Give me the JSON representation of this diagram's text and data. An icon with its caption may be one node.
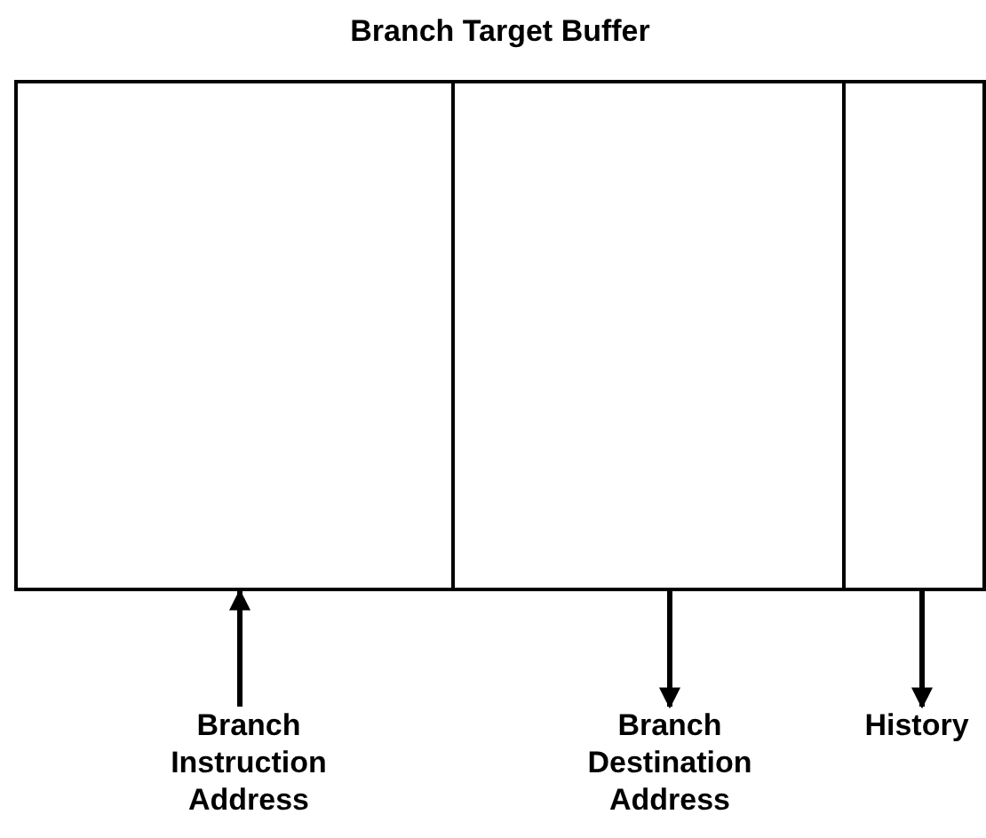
{
  "diagram": {
    "nodes": [
      {
        "text": [
          "Branch Target Buffer"
        ]
      },
      {
        "text": [],
        "shape": "box",
        "in": 0
      },
      {
        "text": [],
        "shape": "box",
        "in": 0
      },
      {
        "text": [],
        "shape": "box",
        "in": 0
      },
      {
        "text": [
          "Branch Instruction Address"
        ]
      },
      {
        "text": [
          "Branch Destination Address"
        ]
      },
      {
        "text": [
          "History"
        ]
      }
    ],
    "edges": [
      {
        "from": 4,
        "to": 1,
        "arrow": "to"
      },
      {
        "from": 2,
        "to": 5,
        "arrow": "to"
      },
      {
        "from": 3,
        "to": 6,
        "arrow": "to"
      }
    ]
  }
}
